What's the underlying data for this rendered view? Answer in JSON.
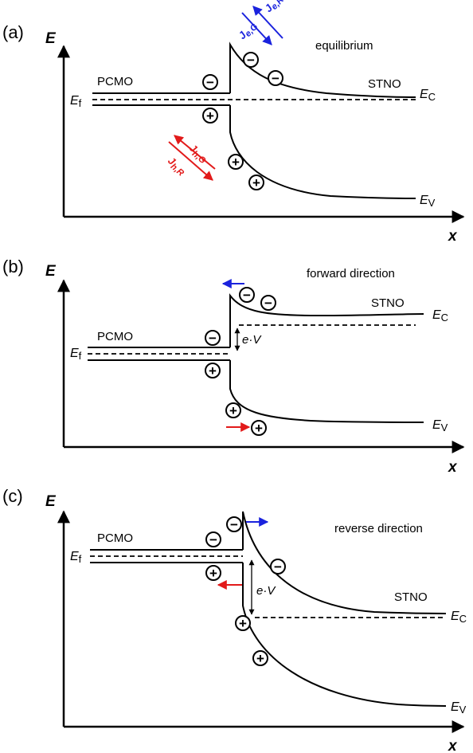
{
  "colors": {
    "electron_current": "#1a22dd",
    "hole_current": "#e21a1a",
    "lines": "#000000"
  },
  "symbols": {
    "energy_axis": "E",
    "position_axis": "x",
    "fermi_main": "E",
    "fermi_sub": "f",
    "cond_main": "E",
    "cond_sub": "C",
    "val_main": "E",
    "val_sub": "V",
    "voltage_drop": "e·V",
    "electron_sign": "−",
    "hole_sign": "+"
  },
  "materials": {
    "left": "PCMO",
    "right": "STNO"
  },
  "currents": {
    "electron_recombination": {
      "main": "J",
      "sub": "e,R"
    },
    "electron_generation": {
      "main": "J",
      "sub": "e,G"
    },
    "hole_generation": {
      "main": "J",
      "sub": "h,G"
    },
    "hole_recombination": {
      "main": "J",
      "sub": "h,R"
    }
  },
  "panels": [
    {
      "label": "(a)",
      "condition": "equilibrium"
    },
    {
      "label": "(b)",
      "condition": "forward direction"
    },
    {
      "label": "(c)",
      "condition": "reverse direction"
    }
  ]
}
